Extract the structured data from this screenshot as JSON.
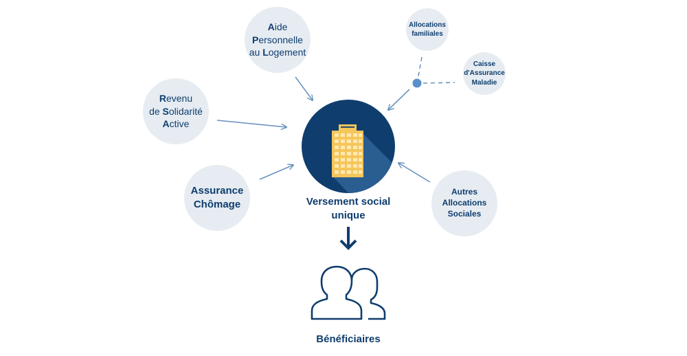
{
  "sources": {
    "apl": {
      "lines": [
        {
          "initial": "A",
          "rest": "ide"
        },
        {
          "initial": "P",
          "rest": "ersonnelle"
        },
        {
          "pre": "au ",
          "initial": "L",
          "rest": "ogement"
        }
      ]
    },
    "rsa": {
      "lines": [
        {
          "initial": "R",
          "rest": "evenu"
        },
        {
          "pre": "de ",
          "initial": "S",
          "rest": "olidarité"
        },
        {
          "initial": "A",
          "rest": "ctive"
        }
      ]
    },
    "chomage": {
      "line1": "Assurance",
      "line2": "Chômage"
    },
    "caf": {
      "line1": "Allocations",
      "line2": "familiales"
    },
    "cpam": {
      "line1": "Caisse",
      "line2": "d'Assurance",
      "line3": "Maladie"
    },
    "autres": {
      "line1": "Autres",
      "line2": "Allocations",
      "line3": "Sociales"
    }
  },
  "center": {
    "line1": "Versement social",
    "line2": "unique"
  },
  "beneficiaries": {
    "label": "Bénéficiaires"
  },
  "colors": {
    "navy": "#0f3d6e",
    "bubble": "#e6ecf2",
    "arrow": "#6a93c0",
    "building": "#f5c65a",
    "dot": "#5b8fc9"
  }
}
